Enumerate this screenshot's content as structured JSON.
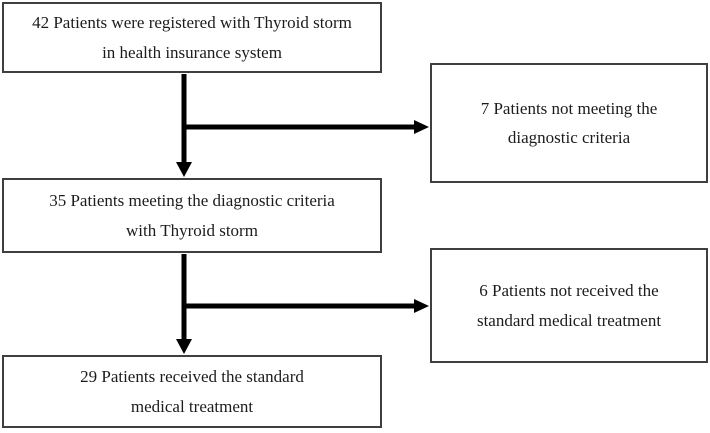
{
  "diagram": {
    "type": "flowchart",
    "title_implicit": "Patient selection flow for Thyroid storm study",
    "nodes": [
      {
        "id": "registered",
        "count": 42,
        "line1": "42 Patients were registered with Thyroid storm",
        "line2": "in health insurance system"
      },
      {
        "id": "excluded-1",
        "count": 7,
        "line1": "7 Patients not meeting the",
        "line2": "diagnostic criteria"
      },
      {
        "id": "meeting",
        "count": 35,
        "line1": "35 Patients meeting the diagnostic criteria",
        "line2": "with Thyroid storm"
      },
      {
        "id": "excluded-2",
        "count": 6,
        "line1": "6 Patients not received the",
        "line2": "standard medical treatment"
      },
      {
        "id": "received",
        "count": 29,
        "line1": "29 Patients received the standard",
        "line2": "medical treatment"
      }
    ],
    "edges": [
      {
        "from": "registered",
        "to": "meeting",
        "style": "vertical-arrow"
      },
      {
        "from": "registered",
        "to": "excluded-1",
        "style": "horizontal-branch-arrow"
      },
      {
        "from": "meeting",
        "to": "received",
        "style": "vertical-arrow"
      },
      {
        "from": "meeting",
        "to": "excluded-2",
        "style": "horizontal-branch-arrow"
      }
    ],
    "colors": {
      "background": "#ffffff",
      "box_border": "#3f3f3f",
      "arrow": "#000000",
      "text": "#1c1c1c"
    }
  }
}
